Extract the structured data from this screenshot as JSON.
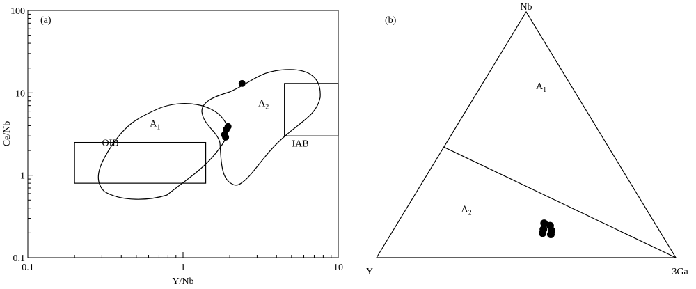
{
  "chart_data": [
    {
      "type": "scatter",
      "panel_label": "(a)",
      "xlabel": "Y/Nb",
      "ylabel": "Ce/Nb",
      "xscale": "log",
      "yscale": "log",
      "xlim": [
        0.1,
        10
      ],
      "ylim": [
        0.1,
        100
      ],
      "x_ticks": [
        "0.1",
        "1",
        "10"
      ],
      "y_ticks": [
        "0.1",
        "1",
        "10",
        "100"
      ],
      "regions": [
        {
          "name": "OIB",
          "label_pos": [
            0.34,
            2.5
          ],
          "box": {
            "x": [
              0.2,
              1.4
            ],
            "y": [
              0.8,
              2.5
            ]
          }
        },
        {
          "name": "IAB",
          "label_pos": [
            5.7,
            2.45
          ],
          "box": {
            "x": [
              4.5,
              10
            ],
            "y": [
              3.0,
              13
            ]
          }
        },
        {
          "name": "A",
          "sub": "1",
          "label_pos": [
            0.66,
            4.3
          ]
        },
        {
          "name": "A",
          "sub": "2",
          "label_pos": [
            3.3,
            7.6
          ]
        }
      ],
      "points": [
        {
          "x": 2.4,
          "y": 13
        },
        {
          "x": 1.95,
          "y": 3.9
        },
        {
          "x": 1.9,
          "y": 3.6
        },
        {
          "x": 1.85,
          "y": 3.1
        },
        {
          "x": 1.88,
          "y": 2.9
        }
      ]
    },
    {
      "type": "scatter",
      "subtype": "ternary",
      "panel_label": "(b)",
      "vertices": {
        "top": "Nb",
        "left": "Y",
        "right": "3Ga"
      },
      "regions": [
        {
          "name": "A",
          "sub": "1",
          "label_pos": {
            "Y": 0.1,
            "Nb": 0.7,
            "3Ga": 0.2
          }
        },
        {
          "name": "A",
          "sub": "2",
          "label_pos": {
            "Y": 0.6,
            "Nb": 0.2,
            "3Ga": 0.2
          }
        }
      ],
      "divider": {
        "from": {
          "Y": 0.55,
          "Nb": 0.45,
          "3Ga": 0.0
        },
        "to": {
          "Y": 0.0,
          "Nb": 0.0,
          "3Ga": 1.0
        }
      },
      "points": [
        {
          "Y": 0.37,
          "Nb": 0.14,
          "3Ga": 0.49
        },
        {
          "Y": 0.355,
          "Nb": 0.13,
          "3Ga": 0.515
        },
        {
          "Y": 0.385,
          "Nb": 0.115,
          "3Ga": 0.5
        },
        {
          "Y": 0.36,
          "Nb": 0.11,
          "3Ga": 0.53
        },
        {
          "Y": 0.395,
          "Nb": 0.1,
          "3Ga": 0.505
        },
        {
          "Y": 0.37,
          "Nb": 0.095,
          "3Ga": 0.535
        }
      ]
    }
  ]
}
